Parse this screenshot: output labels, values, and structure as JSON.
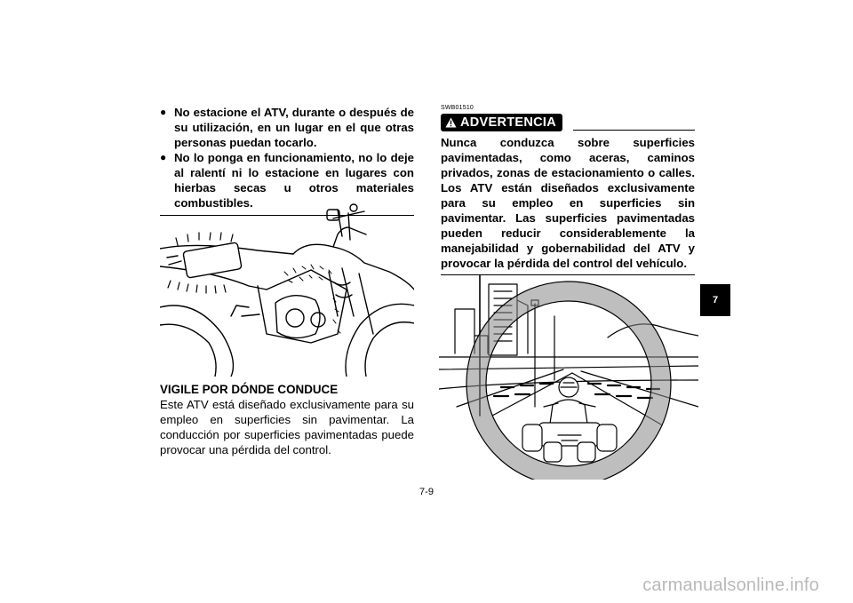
{
  "left_column": {
    "bullets": [
      "No estacione el ATV, durante o después de su utilización, en un lugar en el que otras personas puedan tocarlo.",
      "No lo ponga en funcionamiento, no lo deje al ralentí ni lo estacione en lugares con hierbas secas u otros materiales combustibles."
    ],
    "bullet_symbol": "●",
    "section_title": "VIGILE POR DÓNDE CONDUCE",
    "section_body": "Este ATV está diseñado exclusivamente para su empleo en superficies sin pavimentar. La conducción por superficies pavimentadas puede provocar una pérdida del control."
  },
  "warning": {
    "code": "SWB01510",
    "label": "ADVERTENCIA",
    "icon": "warning-triangle-icon",
    "text": "Nunca conduzca sobre superficies pavimentadas, como aceras, caminos privados, zonas de estacionamiento o calles. Los ATV están diseñados exclusivamente para su empleo en superficies sin pavimentar. Las superficies pavimentadas pueden reducir considerablemente la manejabilidad y gobernabilidad del ATV y provocar la pérdida del control del vehículo."
  },
  "chapter_tab": "7",
  "page_number": "7-9",
  "watermark": "carmanualsonline.info"
}
